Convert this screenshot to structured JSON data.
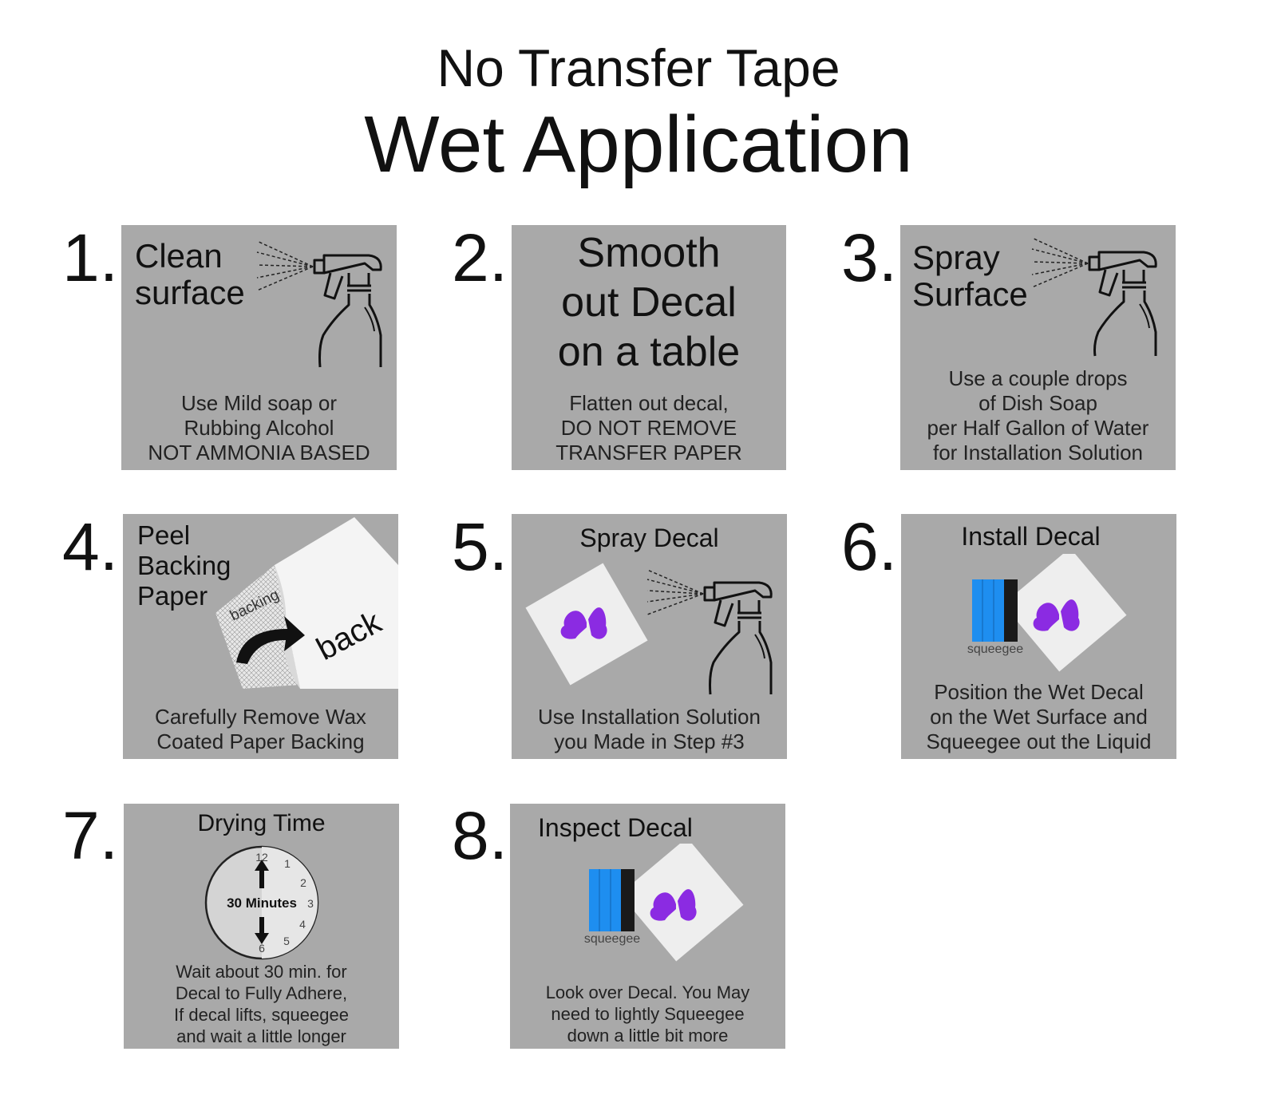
{
  "header": {
    "subtitle": "No Transfer Tape",
    "title": "Wet Application"
  },
  "steps": [
    {
      "number": "1.",
      "heading": "Clean\nsurface",
      "caption": "Use Mild soap or\nRubbing Alcohol\nNOT AMMONIA BASED",
      "icon": "spray-bottle-icon"
    },
    {
      "number": "2.",
      "heading": "Smooth\nout Decal\non a table",
      "caption": "Flatten out decal,\nDO NOT REMOVE\nTRANSFER PAPER"
    },
    {
      "number": "3.",
      "heading": "Spray\nSurface",
      "caption": "Use a couple drops\nof Dish Soap\nper Half Gallon of Water\nfor Installation Solution",
      "icon": "spray-bottle-icon"
    },
    {
      "number": "4.",
      "heading": "Peel\nBacking\nPaper",
      "caption": "Carefully Remove Wax\nCoated Paper Backing",
      "icon": "peel-backing-icon",
      "label_backing": "backing",
      "label_back": "back"
    },
    {
      "number": "5.",
      "heading": "Spray Decal",
      "caption": "Use Installation Solution\nyou Made in Step #3",
      "icon": "spray-decal-icon"
    },
    {
      "number": "6.",
      "heading": "Install Decal",
      "caption": "Position the Wet Decal\non the Wet Surface and\nSqueegee out the Liquid",
      "icon": "squeegee-icon",
      "squeegee_label": "squeegee"
    },
    {
      "number": "7.",
      "heading": "Drying Time",
      "caption": "Wait about 30 min. for\nDecal to Fully Adhere,\nIf decal lifts, squeegee\nand wait a little longer",
      "icon": "clock-icon",
      "clock_text": "30 Minutes",
      "clock_numbers": [
        "12",
        "1",
        "2",
        "3",
        "4",
        "5",
        "6"
      ]
    },
    {
      "number": "8.",
      "heading": "Inspect Decal",
      "caption": "Look over Decal. You May\nneed to lightly Squeegee\ndown a little bit more",
      "icon": "squeegee-icon",
      "squeegee_label": "squeegee"
    }
  ],
  "colors": {
    "panel": "#a9a9a9",
    "butterfly": "#8b2be2",
    "squeegee_blue": "#1e8ef0",
    "squeegee_black": "#1a1a1a"
  }
}
